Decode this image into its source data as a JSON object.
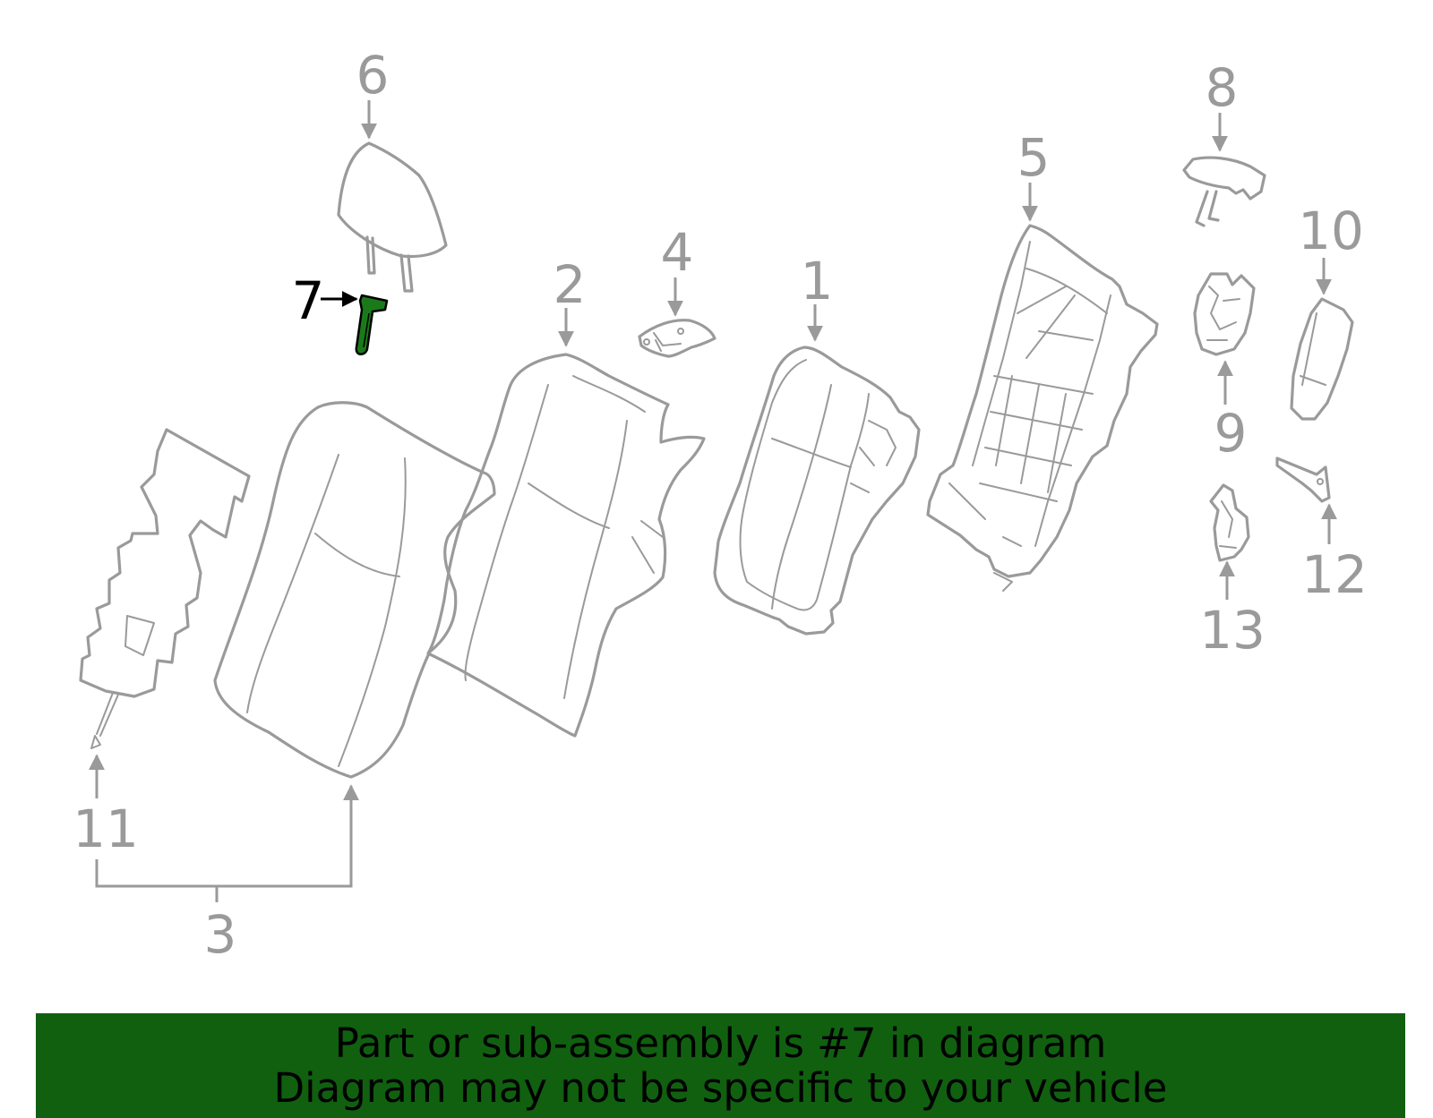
{
  "diagram": {
    "callouts": [
      {
        "id": "1",
        "label": "1"
      },
      {
        "id": "2",
        "label": "2"
      },
      {
        "id": "3",
        "label": "3"
      },
      {
        "id": "4",
        "label": "4"
      },
      {
        "id": "5",
        "label": "5"
      },
      {
        "id": "6",
        "label": "6"
      },
      {
        "id": "7",
        "label": "7"
      },
      {
        "id": "8",
        "label": "8"
      },
      {
        "id": "9",
        "label": "9"
      },
      {
        "id": "10",
        "label": "10"
      },
      {
        "id": "11",
        "label": "11"
      },
      {
        "id": "12",
        "label": "12"
      },
      {
        "id": "13",
        "label": "13"
      }
    ],
    "highlighted_part": "7",
    "colors": {
      "line": "#9a9a9a",
      "highlight_fill": "#1a7a1a",
      "highlight_label": "#000000",
      "banner": "#106010",
      "banner_text": "#000000"
    }
  },
  "banner": {
    "line1": "Part or sub-assembly is #7 in diagram",
    "line2": "Diagram may not be specific to your vehicle"
  }
}
